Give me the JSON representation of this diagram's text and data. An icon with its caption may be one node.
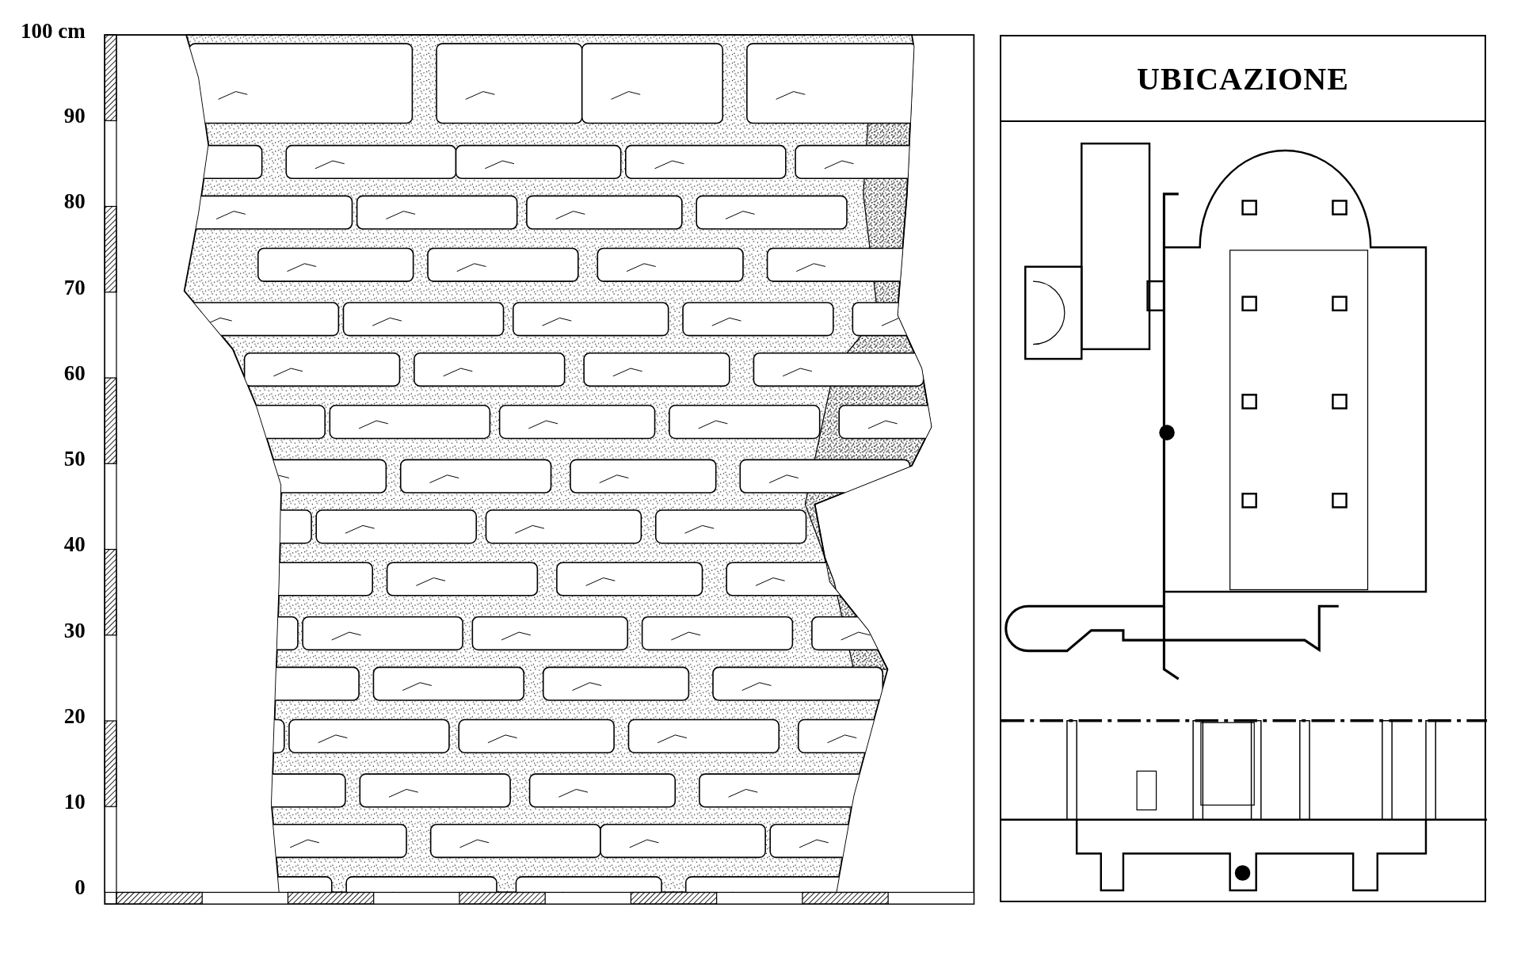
{
  "diagram": {
    "nodes": [
      {
        "text": [
          "UBICAZIONE"
        ]
      }
    ],
    "labels": [
      "100 cm",
      "90",
      "80",
      "70",
      "60",
      "50",
      "40",
      "30",
      "20",
      "10",
      "0"
    ]
  }
}
